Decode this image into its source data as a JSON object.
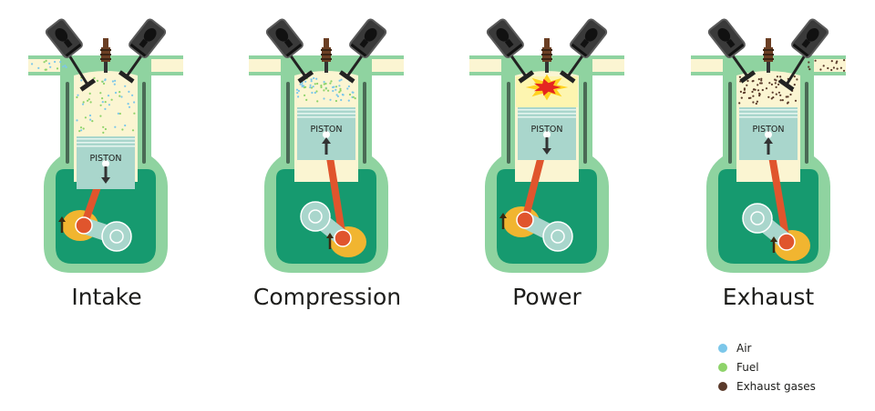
{
  "colors": {
    "jacket": "#8fd3a0",
    "jacket_dark": "#5fbf80",
    "crankcase": "#169a6f",
    "cylinder": "#fbf5d2",
    "piston": "#a9d6cc",
    "piston_line": "#e6f5f0",
    "valve_cap": "#3a3a3a",
    "valve_stem": "#222222",
    "spark_plug": "#6b3f24",
    "rod": "#e0552d",
    "counterweight": "#f1b530",
    "crank_pin": "#e0552d",
    "arrow": "#333333",
    "air": "#7cc7ea",
    "fuel": "#8ed36a",
    "exhaust": "#5a3a2a",
    "flash_outer": "#ffd21f",
    "flash_inner": "#e52521"
  },
  "stages": [
    {
      "id": "intake",
      "label": "Intake",
      "piston_label": "PISTON",
      "piston_position": "bottom",
      "motion": "down",
      "intake_valve": "open",
      "exhaust_valve": "closed",
      "charge": "air-fuel"
    },
    {
      "id": "compression",
      "label": "Compression",
      "piston_label": "PISTON",
      "piston_position": "top",
      "motion": "up",
      "intake_valve": "closed",
      "exhaust_valve": "closed",
      "charge": "compressed"
    },
    {
      "id": "power",
      "label": "Power",
      "piston_label": "PISTON",
      "piston_position": "top",
      "motion": "down",
      "intake_valve": "closed",
      "exhaust_valve": "closed",
      "charge": "ignition"
    },
    {
      "id": "exhaust",
      "label": "Exhaust",
      "piston_label": "PISTON",
      "piston_position": "top",
      "motion": "up",
      "intake_valve": "closed",
      "exhaust_valve": "open",
      "charge": "exhaust"
    }
  ],
  "legend": [
    {
      "label": "Air",
      "color": "#7cc7ea"
    },
    {
      "label": "Fuel",
      "color": "#8ed36a"
    },
    {
      "label": "Exhaust gases",
      "color": "#5a3a2a"
    }
  ]
}
